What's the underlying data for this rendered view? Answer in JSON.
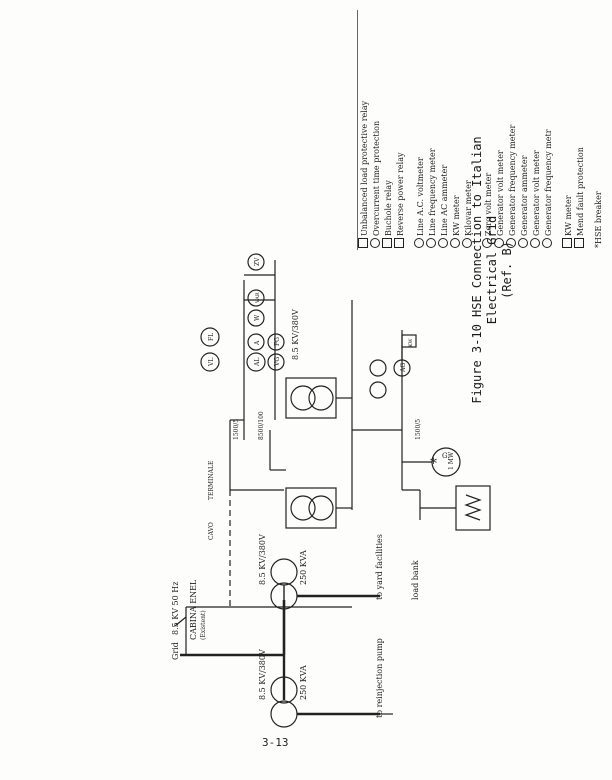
{
  "figure": {
    "caption_line1": "Figure 3-10  HSE Connection to Italian Electrical Grid",
    "caption_line2": "(Ref. B)",
    "page_number": "3-13"
  },
  "legend": {
    "group1": [
      "Unbalanced load protective relay",
      "Overcurrent time protection",
      "Buchole relay",
      "Reverse power relay"
    ],
    "group2": [
      "Line A.C. voltmeter",
      "Line frequency meter",
      "Line AC ammeter",
      "KW meter",
      "Kilovar meter"
    ],
    "group3": [
      "Zero volt meter",
      "Generator volt meter",
      "Generator frequency meter",
      "Generator ammeter",
      "Generator volt meter",
      "Generator frequency metr"
    ],
    "group4": [
      "KW meter",
      "Mend fault protection"
    ],
    "group5": [
      "HSE breaker"
    ]
  },
  "diagram": {
    "grid_label": "Grid",
    "grid_rating": "8.5 KV  50 Hz",
    "cabina_label": "CABINA ENEL",
    "cabina_sub": "(Existent)",
    "cavo_label": "CAVO",
    "terminale_label": "TERMINALE",
    "tx1_rating": "8.5 KV/380V",
    "tx1_power": "250 KVA",
    "tx1_dest": "to reinjection pump",
    "tx2_rating": "8.5 KV/380V",
    "tx2_power": "250 KVA",
    "tx2_dest": "to yard facilities",
    "load_bank": "load bank",
    "main_tx_rating": "8.5 KV/380V",
    "ct1": "1500/5",
    "ct2": "8500/100",
    "ct3": "1500/5",
    "gen_label": "G",
    "gen_rating": "1 MW",
    "meter_vl": "VL",
    "meter_fl": "FL",
    "meter_al": "AL",
    "meter_a": "A",
    "meter_w": "W",
    "meter_var": "VAR",
    "meter_zv": "ZV",
    "meter_vg": "VG",
    "meter_fg": "FG",
    "meter_ag": "AG",
    "meter_kw": "KW",
    "asterisk": "*"
  }
}
